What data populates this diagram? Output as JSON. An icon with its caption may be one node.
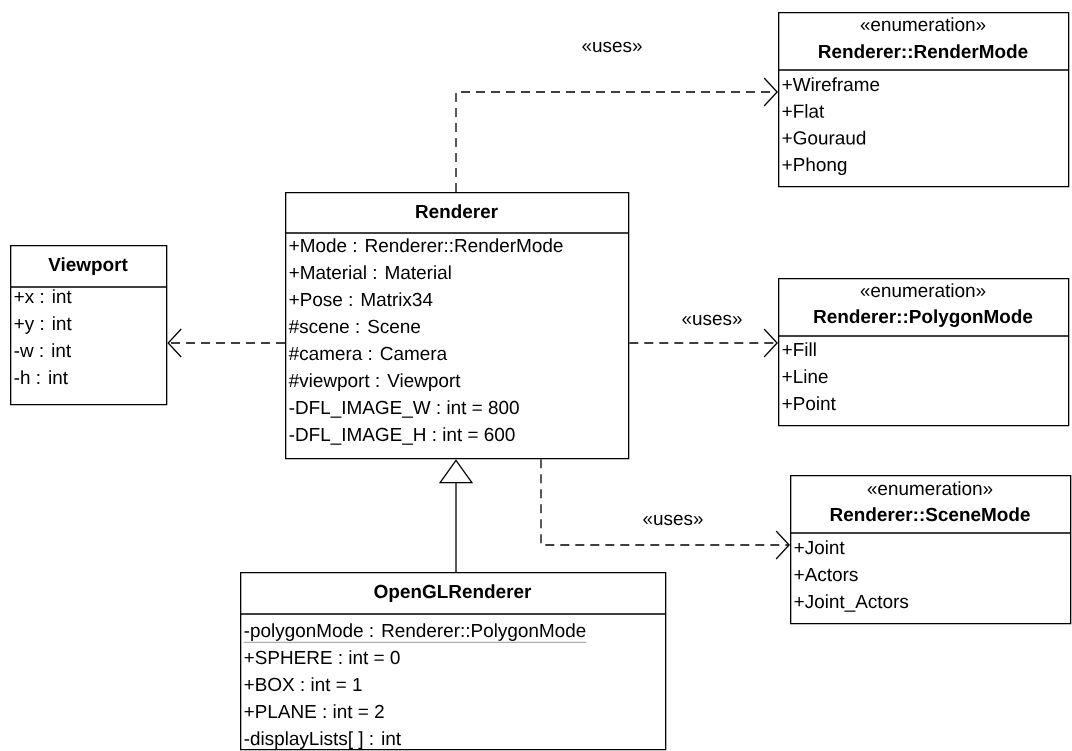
{
  "diagram": {
    "nodes": [
      {
        "text": [
          "«enumeration»",
          "Renderer::RenderMode",
          "+Wireframe",
          "+Flat",
          "+Gouraud",
          "+Phong"
        ]
      },
      {
        "text": [
          "Renderer",
          "+Mode : Renderer::RenderMode",
          "+Material : Material",
          "+Pose : Matrix34",
          "#scene : Scene",
          "#camera : Camera",
          "#viewport : Viewport",
          "-DFL_IMAGE_W : int = 800",
          "-DFL_IMAGE_H : int = 600"
        ]
      },
      {
        "text": [
          "Viewport",
          "+x : int",
          "+y : int",
          "-w : int",
          "-h : int"
        ]
      },
      {
        "text": [
          "«enumeration»",
          "Renderer::PolygonMode",
          "+Fill",
          "+Line",
          "+Point"
        ]
      },
      {
        "text": [
          "«enumeration»",
          "Renderer::SceneMode",
          "+Joint",
          "+Actors",
          "+Joint_Actors"
        ]
      },
      {
        "text": [
          "OpenGLRenderer",
          "-polygonMode : Renderer::PolygonMode",
          "+SPHERE : int = 0",
          "+BOX : int = 1",
          "+PLANE : int = 2",
          "-displayLists[ ] : int"
        ]
      }
    ],
    "edges": [
      {
        "from": 1,
        "to": 0,
        "arrow": "to",
        "style": "dashed",
        "label": "«uses»"
      },
      {
        "from": 1,
        "to": 2,
        "arrow": "to",
        "style": "dashed"
      },
      {
        "from": 1,
        "to": 3,
        "arrow": "to",
        "style": "dashed",
        "label": "«uses»"
      },
      {
        "from": 1,
        "to": 4,
        "arrow": "to",
        "style": "dashed",
        "label": "«uses»"
      },
      {
        "from": 5,
        "to": 1,
        "arrow": "to"
      }
    ]
  }
}
